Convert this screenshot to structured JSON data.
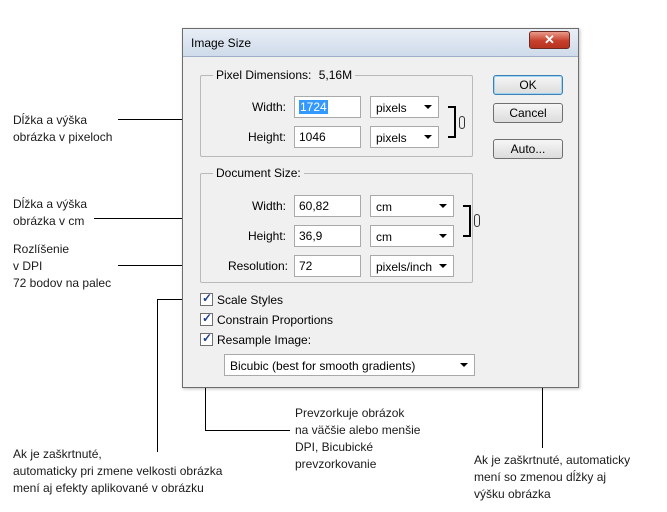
{
  "dialog": {
    "title": "Image Size",
    "close_label": "✕",
    "pixel_dimensions": {
      "legend": "Pixel Dimensions:",
      "size": "5,16M",
      "width_label": "Width:",
      "width_value": "1724",
      "width_unit": "pixels",
      "height_label": "Height:",
      "height_value": "1046",
      "height_unit": "pixels"
    },
    "document_size": {
      "legend": "Document Size:",
      "width_label": "Width:",
      "width_value": "60,82",
      "width_unit": "cm",
      "height_label": "Height:",
      "height_value": "36,9",
      "height_unit": "cm",
      "resolution_label": "Resolution:",
      "resolution_value": "72",
      "resolution_unit": "pixels/inch"
    },
    "checkboxes": {
      "scale_styles": {
        "label": "Scale Styles",
        "checked": true
      },
      "constrain_proportions": {
        "label": "Constrain Proportions",
        "checked": true
      },
      "resample_image": {
        "label": "Resample Image:",
        "checked": true
      }
    },
    "resample_method": "Bicubic (best for smooth gradients)",
    "buttons": {
      "ok": "OK",
      "cancel": "Cancel",
      "auto": "Auto..."
    }
  },
  "annotations": {
    "pixels": [
      "Dĺžka  a výška",
      "obrázka v pixeloch"
    ],
    "cm": [
      "Dĺžka  a výška",
      "obrázka v cm"
    ],
    "dpi": [
      "Rozlíšenie",
      "v DPI",
      "72 bodov na palec"
    ],
    "scale_styles": [
      "Ak je zaškrtnuté,",
      "automaticky pri zmene velkosti obrázka",
      "mení aj efekty aplikované v obrázku"
    ],
    "resample": [
      "Prevzorkuje obrázok",
      "na väčšie alebo menšie",
      "DPI, Bicubické",
      "prevzorkovanie"
    ],
    "constrain": [
      "Ak je zaškrtnuté, automaticky",
      "mení so zmenou dĺžky aj",
      "výšku obrázka"
    ]
  }
}
